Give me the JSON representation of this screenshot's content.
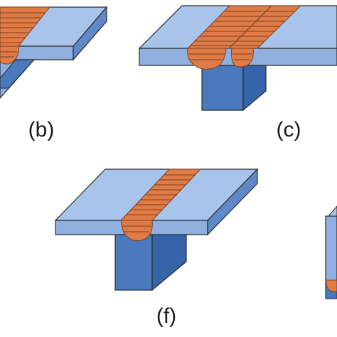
{
  "figure": {
    "labels": {
      "b": "(b)",
      "c": "(c)",
      "f": "(f)"
    }
  },
  "colors": {
    "plate_top": "#a8c4ea",
    "plate_front": "#8fb0df",
    "plate_side": "#5e88c8",
    "stem_front": "#4a79bd",
    "stem_side": "#3564a8",
    "stem_top": "#6f94cf",
    "weld": "#e07b45",
    "weld_line": "#7a4222",
    "outline": "#2b2b2b",
    "label": "#1a1a1a"
  }
}
